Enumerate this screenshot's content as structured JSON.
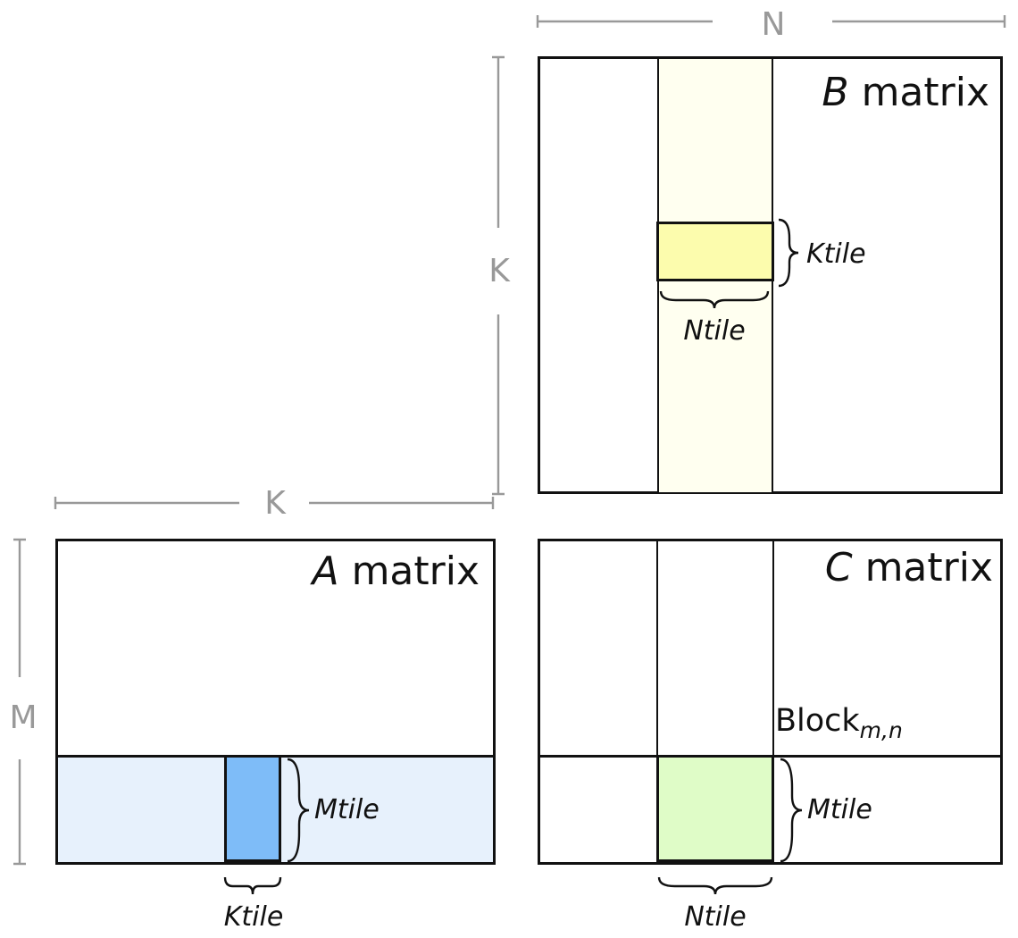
{
  "matrices": {
    "b": {
      "letter": "B",
      "word": "matrix"
    },
    "a": {
      "letter": "A",
      "word": "matrix"
    },
    "c": {
      "letter": "C",
      "word": "matrix"
    }
  },
  "dimension_labels": {
    "n": "N",
    "k_beside_b": "K",
    "k_above_a": "K",
    "m": "M"
  },
  "tile_labels": {
    "b_ktile": "Ktile",
    "b_ntile": "Ntile",
    "a_mtile": "Mtile",
    "a_ktile": "Ktile",
    "c_mtile": "Mtile",
    "c_ntile": "Ntile"
  },
  "block_label": {
    "base": "Block",
    "subscript": "m,n"
  },
  "colors": {
    "b_column_strip": "#FFFFF0",
    "b_ktile_fill": "#FCFCAD",
    "a_row_strip": "#E7F1FC",
    "a_ktile_fill": "#7EBCF8",
    "c_block_fill": "#DFFCC7",
    "outline": "#111111",
    "dimension_line": "#999999"
  }
}
